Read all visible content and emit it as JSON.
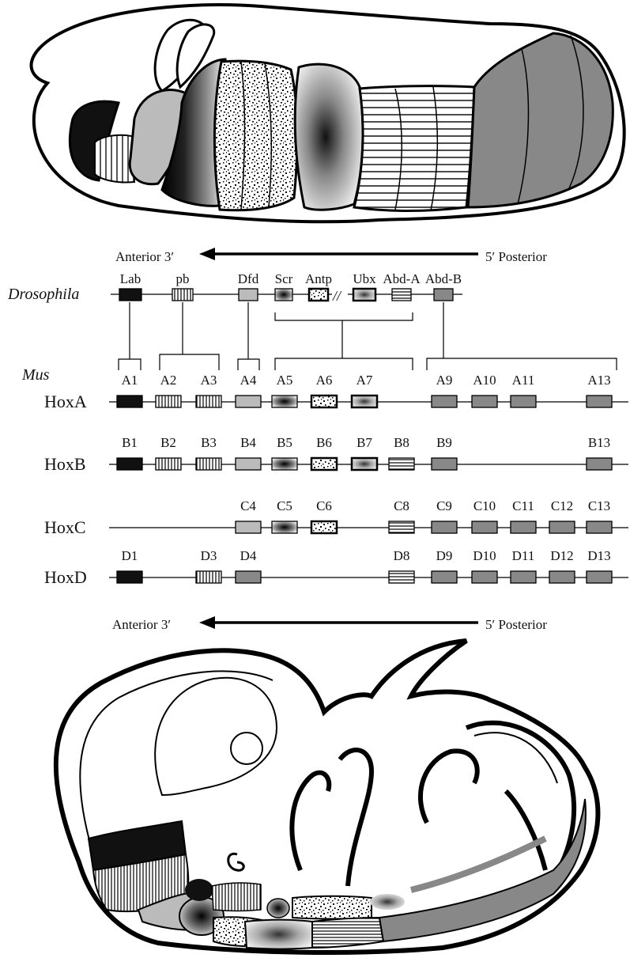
{
  "arrows": {
    "top": {
      "anterior": "Anterior 3′",
      "posterior": "5′ Posterior"
    },
    "bottom": {
      "anterior": "Anterior 3′",
      "posterior": "5′ Posterior"
    }
  },
  "drosophila": {
    "species": "Drosophila",
    "genes": [
      {
        "label": "Lab",
        "pattern": "black"
      },
      {
        "label": "pb",
        "pattern": "vstripe"
      },
      {
        "label": "Dfd",
        "pattern": "lightgray"
      },
      {
        "label": "Scr",
        "pattern": "radial"
      },
      {
        "label": "Antp",
        "pattern": "speckle"
      },
      {
        "label": "Ubx",
        "pattern": "radialgray"
      },
      {
        "label": "Abd-A",
        "pattern": "hstripe"
      },
      {
        "label": "Abd-B",
        "pattern": "darkgray"
      }
    ]
  },
  "mus": {
    "species": "Mus",
    "clusters": [
      {
        "name": "HoxA",
        "genes": [
          {
            "label": "A1",
            "pattern": "black"
          },
          {
            "label": "A2",
            "pattern": "vstripe"
          },
          {
            "label": "A3",
            "pattern": "vstripe"
          },
          {
            "label": "A4",
            "pattern": "lightgray"
          },
          {
            "label": "A5",
            "pattern": "radial"
          },
          {
            "label": "A6",
            "pattern": "speckle"
          },
          {
            "label": "A7",
            "pattern": "radialgray"
          },
          {
            "label": "A9",
            "pattern": "darkgray"
          },
          {
            "label": "A10",
            "pattern": "darkgray"
          },
          {
            "label": "A11",
            "pattern": "darkgray"
          },
          {
            "label": "A13",
            "pattern": "darkgray"
          }
        ]
      },
      {
        "name": "HoxB",
        "genes": [
          {
            "label": "B1",
            "pattern": "black"
          },
          {
            "label": "B2",
            "pattern": "vstripe"
          },
          {
            "label": "B3",
            "pattern": "vstripe"
          },
          {
            "label": "B4",
            "pattern": "lightgray"
          },
          {
            "label": "B5",
            "pattern": "radial"
          },
          {
            "label": "B6",
            "pattern": "speckle"
          },
          {
            "label": "B7",
            "pattern": "radialgray"
          },
          {
            "label": "B8",
            "pattern": "hstripe"
          },
          {
            "label": "B9",
            "pattern": "darkgray"
          },
          {
            "label": "B13",
            "pattern": "darkgray"
          }
        ]
      },
      {
        "name": "HoxC",
        "genes": [
          {
            "label": "C4",
            "pattern": "lightgray"
          },
          {
            "label": "C5",
            "pattern": "radial"
          },
          {
            "label": "C6",
            "pattern": "speckle"
          },
          {
            "label": "C8",
            "pattern": "hstripe"
          },
          {
            "label": "C9",
            "pattern": "darkgray"
          },
          {
            "label": "C10",
            "pattern": "darkgray"
          },
          {
            "label": "C11",
            "pattern": "darkgray"
          },
          {
            "label": "C12",
            "pattern": "darkgray"
          },
          {
            "label": "C13",
            "pattern": "darkgray"
          }
        ]
      },
      {
        "name": "HoxD",
        "genes": [
          {
            "label": "D1",
            "pattern": "black"
          },
          {
            "label": "D3",
            "pattern": "vstripe"
          },
          {
            "label": "D4",
            "pattern": "darkgray"
          },
          {
            "label": "D8",
            "pattern": "hstripe"
          },
          {
            "label": "D9",
            "pattern": "darkgray"
          },
          {
            "label": "D10",
            "pattern": "darkgray"
          },
          {
            "label": "D11",
            "pattern": "darkgray"
          },
          {
            "label": "D12",
            "pattern": "darkgray"
          },
          {
            "label": "D13",
            "pattern": "darkgray"
          }
        ]
      }
    ]
  },
  "colors": {
    "black": "#111111",
    "lightgray": "#bbbbbb",
    "darkgray": "#888888",
    "line": "#000000"
  }
}
